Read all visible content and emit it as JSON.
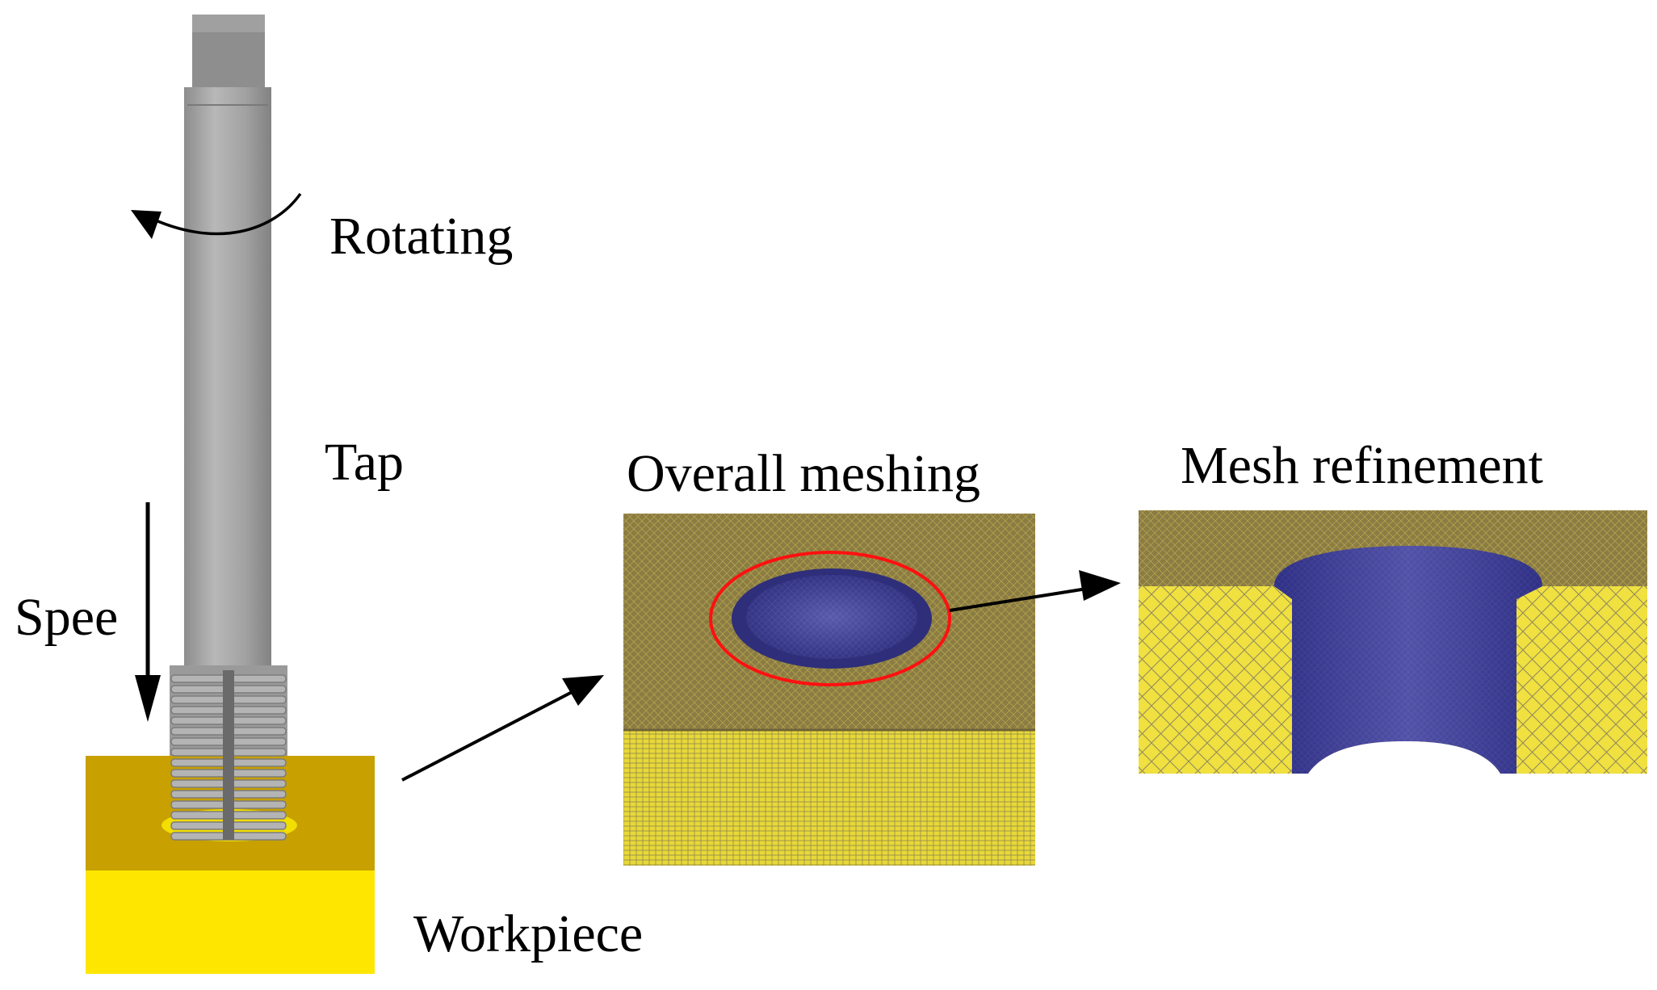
{
  "labels": {
    "rotating": "Rotating",
    "tap": "Tap",
    "speed": "Spee",
    "workpiece": "Workpiece",
    "overall_meshing": "Overall meshing",
    "mesh_refinement": "Mesh refinement"
  },
  "colors": {
    "tap_gray": "#a6a6a6",
    "workpiece_top": "#c8a000",
    "workpiece_side": "#ffe600",
    "mesh_yellow": "#e6d640",
    "mesh_dark": "#7e7040",
    "mesh_blue": "#3a3a9a",
    "highlight_red": "#ff1010"
  }
}
